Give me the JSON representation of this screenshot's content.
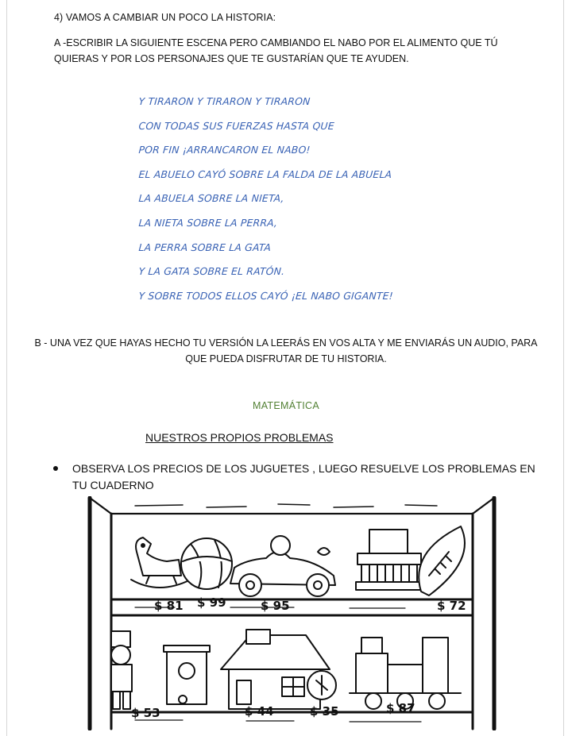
{
  "question": {
    "heading": "4)  VAMOS A CAMBIAR UN POCO LA HISTORIA:",
    "instructions": "A -ESCRIBIR LA SIGUIENTE  ESCENA PERO CAMBIANDO EL NABO POR EL ALIMENTO QUE TÚ QUIERAS Y POR LOS PERSONAJES   QUE TE GUSTARÍAN QUE TE AYUDEN."
  },
  "poem": [
    "Y TIRARON Y TIRARON Y TIRARON",
    "CON TODAS SUS FUERZAS HASTA QUE",
    "POR FIN ¡ARRANCARON EL NABO!",
    "EL ABUELO CAYÓ SOBRE LA FALDA DE LA ABUELA",
    "LA ABUELA SOBRE LA NIETA,",
    "LA NIETA SOBRE LA PERRA,",
    "LA PERRA SOBRE LA GATA",
    "Y LA GATA SOBRE EL RATÓN.",
    "Y SOBRE TODOS ELLOS CAYÓ ¡EL NABO GIGANTE!"
  ],
  "part_b": "B - UNA VEZ QUE HAYAS HECHO TU VERSIÓN LA LEERÁS EN VOS ALTA  Y ME ENVIARÁS UN AUDIO, PARA QUE PUEDA DISFRUTAR DE TU HISTORIA.",
  "section_title": "MATEMÁTICA",
  "problems_title": "NUESTROS PROPIOS PROBLEMAS",
  "bullet": "OBSERVA LOS PRECIOS DE LOS JUGUETES , LUEGO RESUELVE LOS PROBLEMAS EN TU CUADERNO",
  "prices": {
    "rocking_horse": "$ 81",
    "ball": "$ 99",
    "race_car": "$ 95",
    "football": "$ 72",
    "soldier": "$ 53",
    "house": "$ 44",
    "tree": "$ 35",
    "train": "$ 87"
  }
}
